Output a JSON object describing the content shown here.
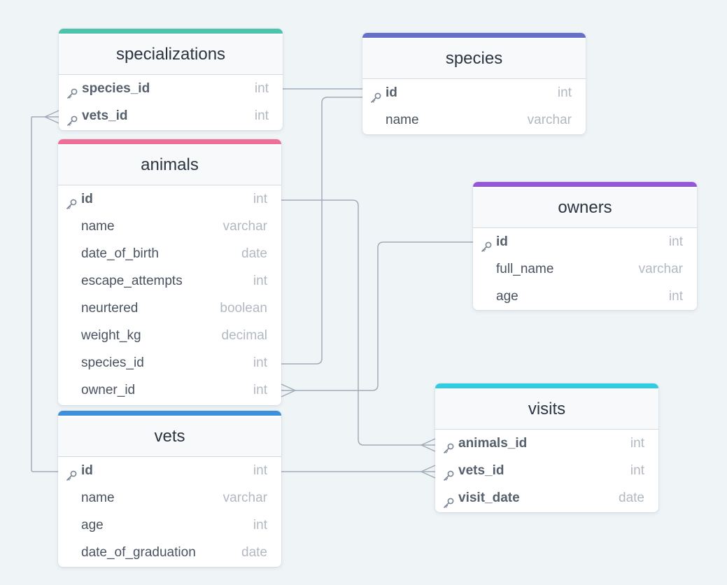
{
  "colors": {
    "background": "#eff4f7",
    "connector": "#a1abb8",
    "specializations_accent": "#4ec3ab",
    "species_accent": "#6670c8",
    "animals_accent": "#ee6e96",
    "owners_accent": "#9457d8",
    "vets_accent": "#3b8fdb",
    "visits_accent": "#2ecde3"
  },
  "icons": {
    "primary_key": "key-icon"
  },
  "tables": {
    "specializations": {
      "title": "specializations",
      "fields": [
        {
          "name": "species_id",
          "type": "int",
          "pk": true
        },
        {
          "name": "vets_id",
          "type": "int",
          "pk": true
        }
      ]
    },
    "species": {
      "title": "species",
      "fields": [
        {
          "name": "id",
          "type": "int",
          "pk": true
        },
        {
          "name": "name",
          "type": "varchar",
          "pk": false
        }
      ]
    },
    "animals": {
      "title": "animals",
      "fields": [
        {
          "name": "id",
          "type": "int",
          "pk": true
        },
        {
          "name": "name",
          "type": "varchar",
          "pk": false
        },
        {
          "name": "date_of_birth",
          "type": "date",
          "pk": false
        },
        {
          "name": "escape_attempts",
          "type": "int",
          "pk": false
        },
        {
          "name": "neurtered",
          "type": "boolean",
          "pk": false
        },
        {
          "name": "weight_kg",
          "type": "decimal",
          "pk": false
        },
        {
          "name": "species_id",
          "type": "int",
          "pk": false
        },
        {
          "name": "owner_id",
          "type": "int",
          "pk": false
        }
      ]
    },
    "owners": {
      "title": "owners",
      "fields": [
        {
          "name": "id",
          "type": "int",
          "pk": true
        },
        {
          "name": "full_name",
          "type": "varchar",
          "pk": false
        },
        {
          "name": "age",
          "type": "int",
          "pk": false
        }
      ]
    },
    "vets": {
      "title": "vets",
      "fields": [
        {
          "name": "id",
          "type": "int",
          "pk": true
        },
        {
          "name": "name",
          "type": "varchar",
          "pk": false
        },
        {
          "name": "age",
          "type": "int",
          "pk": false
        },
        {
          "name": "date_of_graduation",
          "type": "date",
          "pk": false
        }
      ]
    },
    "visits": {
      "title": "visits",
      "fields": [
        {
          "name": "animals_id",
          "type": "int",
          "pk": true
        },
        {
          "name": "vets_id",
          "type": "int",
          "pk": true
        },
        {
          "name": "visit_date",
          "type": "date",
          "pk": true
        }
      ]
    }
  },
  "relationships": [
    {
      "from": "specializations.species_id",
      "to": "species.id",
      "type": "one-to-one"
    },
    {
      "from": "specializations.vets_id",
      "to": "vets.id",
      "type": "many-to-one"
    },
    {
      "from": "animals.species_id",
      "to": "species.id",
      "type": "one-to-one"
    },
    {
      "from": "animals.owner_id",
      "to": "owners.id",
      "type": "many-to-one"
    },
    {
      "from": "visits.animals_id",
      "to": "animals.id",
      "type": "many-to-one"
    },
    {
      "from": "visits.vets_id",
      "to": "vets.id",
      "type": "many-to-one"
    }
  ]
}
